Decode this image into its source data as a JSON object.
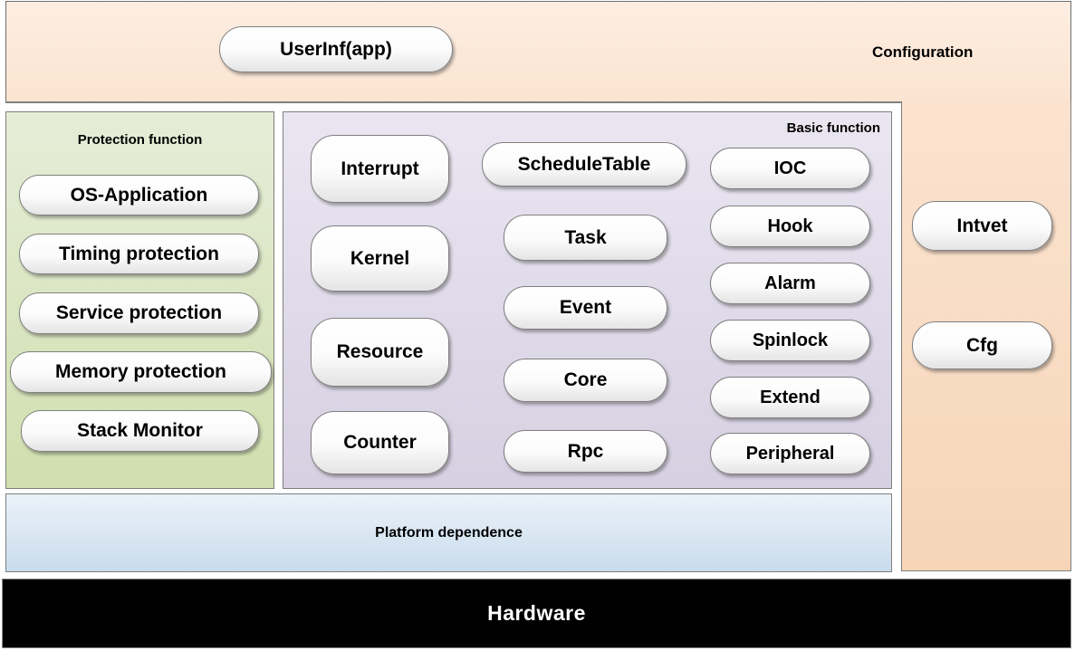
{
  "configuration": {
    "label": "Configuration",
    "userinf": "UserInf(app)",
    "intvet": "Intvet",
    "cfg": "Cfg"
  },
  "protection": {
    "label": "Protection function",
    "items": [
      "OS-Application",
      "Timing protection",
      "Service protection",
      "Memory protection",
      "Stack Monitor"
    ]
  },
  "basic": {
    "label": "Basic function",
    "col1": [
      "Interrupt",
      "Kernel",
      "Resource",
      "Counter"
    ],
    "col2": [
      "ScheduleTable",
      "Task",
      "Event",
      "Core",
      "Rpc"
    ],
    "col3": [
      "IOC",
      "Hook",
      "Alarm",
      "Spinlock",
      "Extend",
      "Peripheral"
    ]
  },
  "platform": {
    "label": "Platform dependence"
  },
  "hardware": {
    "label": "Hardware"
  },
  "colors": {
    "configuration_bg": "#fbe3d0",
    "protection_bg": "#d7e3bd",
    "basic_bg": "#ddd7e7",
    "platform_bg": "#d9e6f2",
    "hardware_bg": "#000000",
    "node_bg": "#ffffff",
    "panel_border": "#7f7f7f",
    "text": "#000000",
    "hardware_text": "#ffffff"
  }
}
